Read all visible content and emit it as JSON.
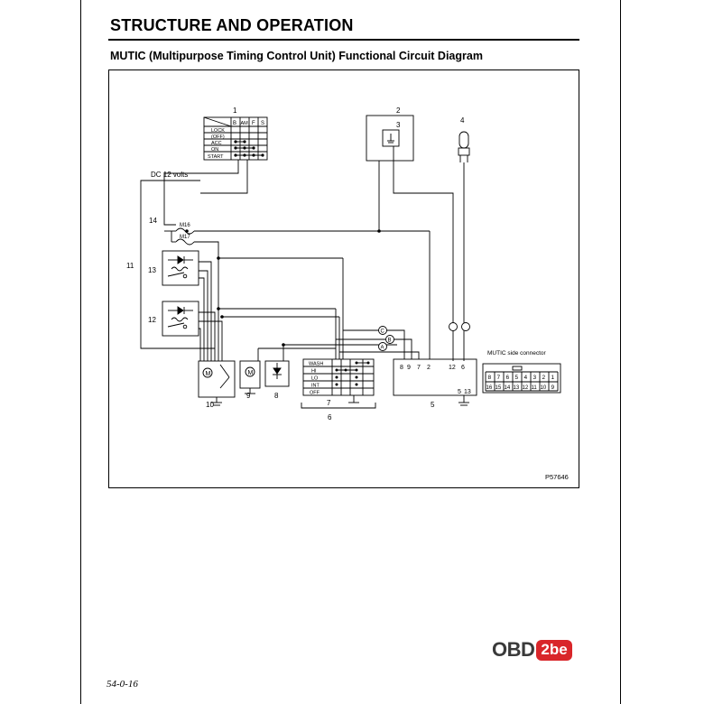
{
  "header": {
    "title": "STRUCTURE AND OPERATION",
    "subtitle": "MUTIC (Multipurpose Timing Control Unit) Functional Circuit Diagram"
  },
  "diagram": {
    "callouts": [
      "1",
      "2",
      "3",
      "4",
      "5",
      "6",
      "7",
      "8",
      "9",
      "10",
      "11",
      "12",
      "13",
      "14"
    ],
    "switch_table": {
      "columns": [
        "B",
        "AM",
        "F",
        "S"
      ],
      "rows": [
        "LOCK",
        "(OFF)",
        "ACC",
        "ON",
        "START"
      ]
    },
    "supply_label": "DC 12 volts",
    "fuse_labels": [
      "M16",
      "M17"
    ],
    "wiper_switch_rows": [
      "WASH",
      "HI",
      "LO",
      "INT",
      "OFF"
    ],
    "connector_pins": [
      "8",
      "9",
      "7",
      "2",
      "12",
      "6",
      "5",
      "13"
    ],
    "wire_markers": [
      "C",
      "B",
      "A"
    ],
    "mutic_connector": {
      "title": "MUTIC side connector",
      "top_row": [
        "8",
        "7",
        "6",
        "5",
        "4",
        "3",
        "2",
        "1"
      ],
      "bottom_row": [
        "16",
        "15",
        "14",
        "13",
        "12",
        "11",
        "10",
        "9"
      ]
    },
    "figure_code": "P57646"
  },
  "footer": {
    "page_number": "54-0-16",
    "logo_text": "OBD",
    "logo_badge": "2be"
  },
  "colors": {
    "line": "#000000",
    "logo_red": "#d9262a",
    "logo_gray": "#3a3a3a"
  }
}
